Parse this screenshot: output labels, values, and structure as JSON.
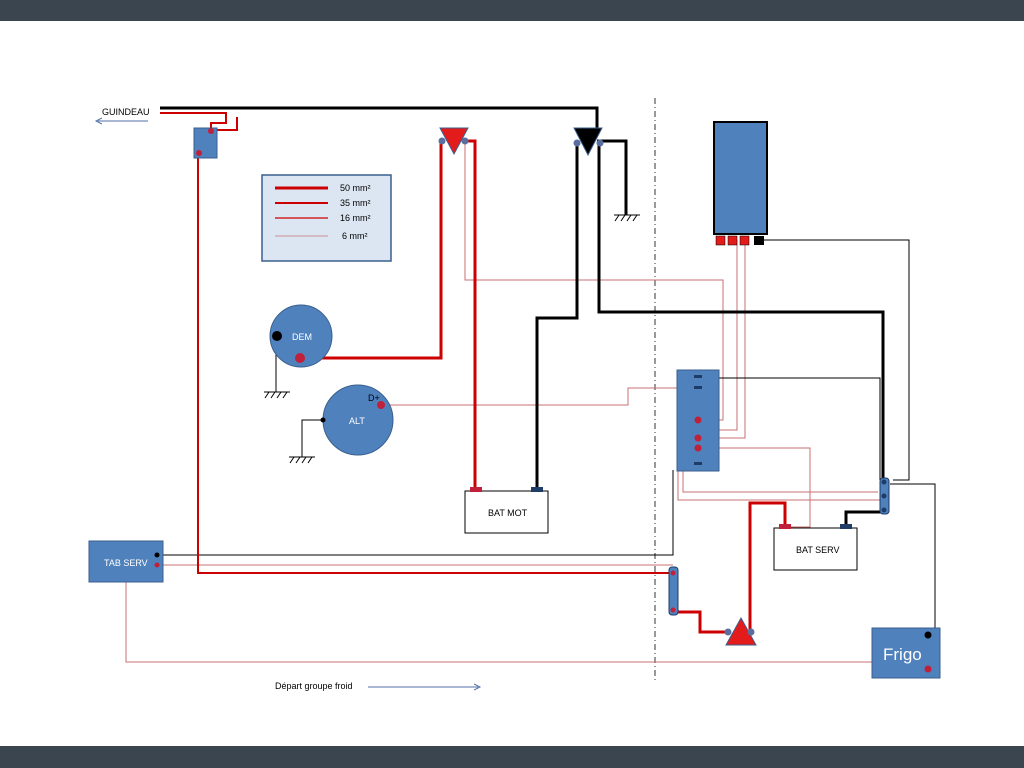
{
  "labels": {
    "guindeau": "GUINDEAU",
    "dem": "DEM",
    "alt": "ALT",
    "d_plus": "D+",
    "bat_mot": "BAT MOT",
    "bat_serv": "BAT SERV",
    "tab_serv": "TAB SERV",
    "frigo": "Frigo",
    "depart_groupe_froid": "Départ groupe froid"
  },
  "legend": {
    "items": [
      {
        "label": "50 mm²"
      },
      {
        "label": "35 mm²"
      },
      {
        "label": "16 mm²"
      },
      {
        "label": "6 mm²"
      }
    ]
  },
  "colors": {
    "positive_wire": "#cc0000",
    "thin_positive_wire": "#c87070",
    "ground_wire": "#000000",
    "component_fill": "#4f81bd",
    "component_stroke": "#3a5f8f",
    "terminal": "#c0203a",
    "frame": "#3b4550"
  }
}
